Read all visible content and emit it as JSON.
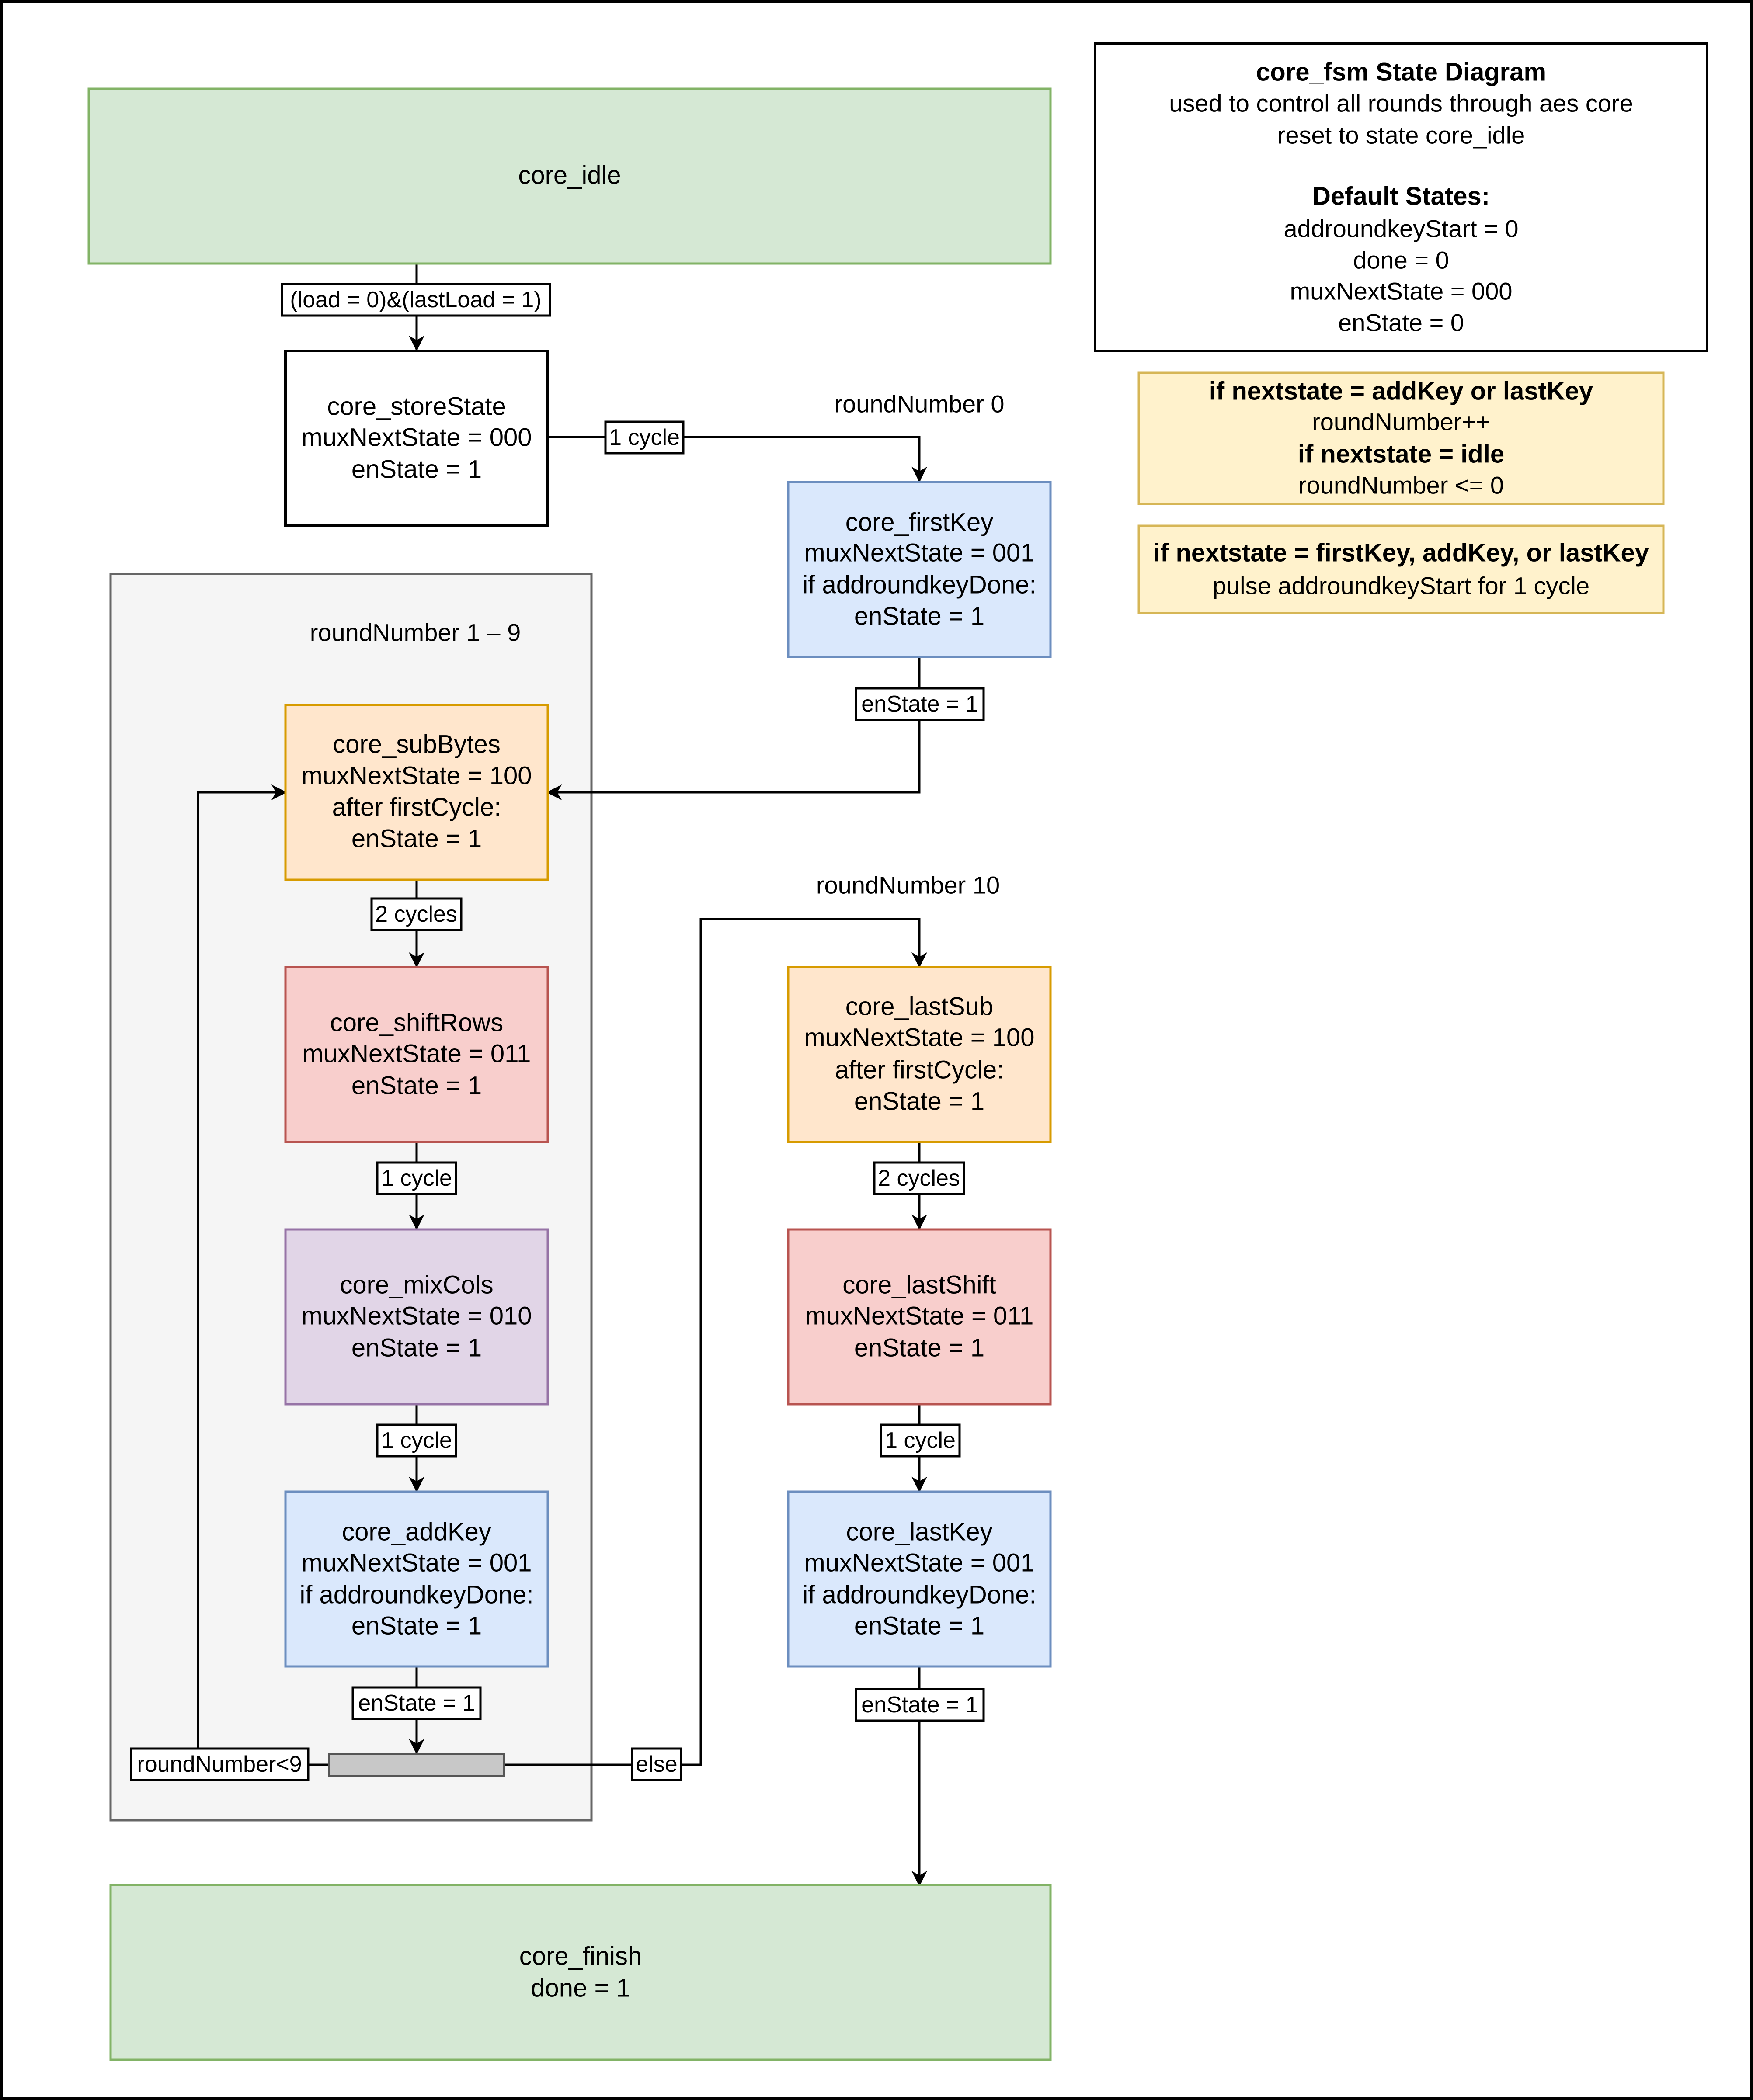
{
  "title_box": {
    "title": "core_fsm State Diagram",
    "lines": [
      "used to control all rounds through aes core",
      "reset to state core_idle"
    ],
    "defaults_title": "Default States:",
    "defaults": [
      "addroundkeyStart = 0",
      "done = 0",
      "muxNextState = 000",
      "enState = 0"
    ]
  },
  "notes": {
    "round_counter": {
      "rule1_bold": "if nextstate = addKey or lastKey",
      "rule1_text": "roundNumber++",
      "rule2_bold": "if nextstate = idle",
      "rule2_text": "roundNumber <= 0"
    },
    "addroundkey": {
      "rule_bold": "if nextstate = firstKey, addKey, or lastKey",
      "rule_text": "pulse addroundkeyStart for 1 cycle"
    }
  },
  "groups": {
    "round_group_label": "roundNumber 1 – 9",
    "round0_label": "roundNumber 0",
    "round10_label": "roundNumber 10"
  },
  "states": {
    "idle": {
      "lines": [
        "core_idle"
      ],
      "fill": "#d5e8d4",
      "stroke": "#82b366"
    },
    "storeState": {
      "lines": [
        "core_storeState",
        "muxNextState = 000",
        "enState = 1"
      ],
      "fill": "#ffffff",
      "stroke": "#000000"
    },
    "firstKey": {
      "lines": [
        "core_firstKey",
        "muxNextState = 001",
        "if addroundkeyDone:",
        "enState = 1"
      ],
      "fill": "#dae8fc",
      "stroke": "#6c8ebf"
    },
    "subBytes": {
      "lines": [
        "core_subBytes",
        "muxNextState = 100",
        "after firstCycle:",
        "enState = 1"
      ],
      "fill": "#ffe6cc",
      "stroke": "#d79b00"
    },
    "shiftRows": {
      "lines": [
        "core_shiftRows",
        "muxNextState = 011",
        "enState = 1"
      ],
      "fill": "#f8cecc",
      "stroke": "#b85450"
    },
    "mixCols": {
      "lines": [
        "core_mixCols",
        "muxNextState = 010",
        "enState = 1"
      ],
      "fill": "#e1d5e7",
      "stroke": "#9673a6"
    },
    "addKey": {
      "lines": [
        "core_addKey",
        "muxNextState = 001",
        "if addroundkeyDone:",
        "enState = 1"
      ],
      "fill": "#dae8fc",
      "stroke": "#6c8ebf"
    },
    "lastSub": {
      "lines": [
        "core_lastSub",
        "muxNextState = 100",
        "after firstCycle:",
        "enState = 1"
      ],
      "fill": "#ffe6cc",
      "stroke": "#d79b00"
    },
    "lastShift": {
      "lines": [
        "core_lastShift",
        "muxNextState = 011",
        "enState = 1"
      ],
      "fill": "#f8cecc",
      "stroke": "#b85450"
    },
    "lastKey": {
      "lines": [
        "core_lastKey",
        "muxNextState = 001",
        "if addroundkeyDone:",
        "enState = 1"
      ],
      "fill": "#dae8fc",
      "stroke": "#6c8ebf"
    },
    "finish": {
      "lines": [
        "core_finish",
        "done = 1"
      ],
      "fill": "#d5e8d4",
      "stroke": "#82b366"
    }
  },
  "edge_labels": {
    "idle_to_store": "(load = 0)&(lastLoad = 1)",
    "store_to_firstKey": "1 cycle",
    "firstKey_to_subBytes": "enState = 1",
    "subBytes_to_shiftRows": "2 cycles",
    "shiftRows_to_mixCols": "1 cycle",
    "mixCols_to_addKey": "1 cycle",
    "addKey_to_decision": "enState = 1",
    "decision_loop": "roundNumber<9",
    "decision_else": "else",
    "lastSub_to_lastShift": "2 cycles",
    "lastShift_to_lastKey": "1 cycle",
    "lastKey_to_finish": "enState = 1"
  }
}
